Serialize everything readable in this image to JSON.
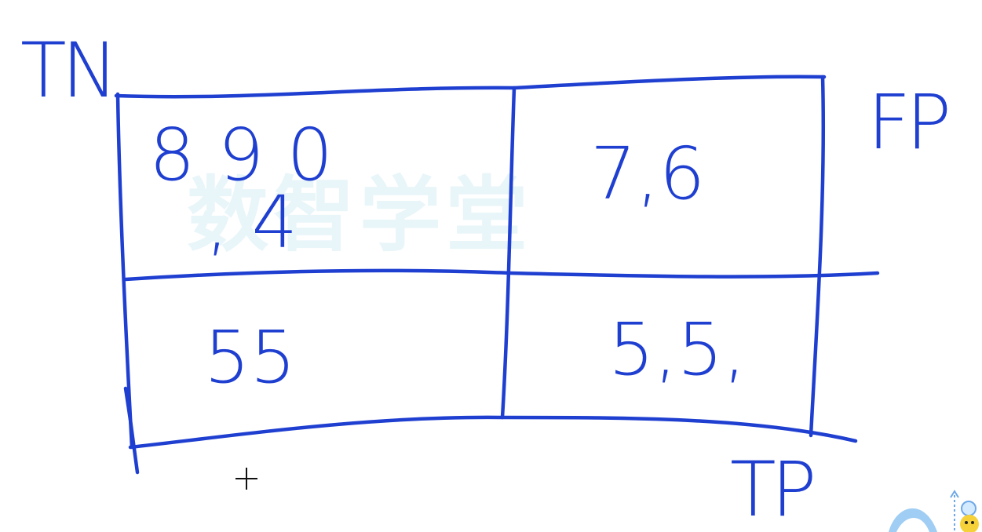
{
  "diagram": {
    "labels": {
      "top_left": "TN",
      "top_right": "FP",
      "bottom_right": "TP"
    },
    "cells": {
      "top_left": {
        "line1": "8 9   0",
        "line2": ", 4"
      },
      "top_right": "7,6",
      "bottom_left": "55",
      "bottom_right": "5,5,"
    },
    "watermark": "数智学堂"
  },
  "colors": {
    "ink": "#1f3fd1",
    "watermark": "#bfe3f0"
  },
  "icons": {
    "cursor": "crosshair-cursor-icon",
    "mascot": "assistant-mascot-icon"
  }
}
